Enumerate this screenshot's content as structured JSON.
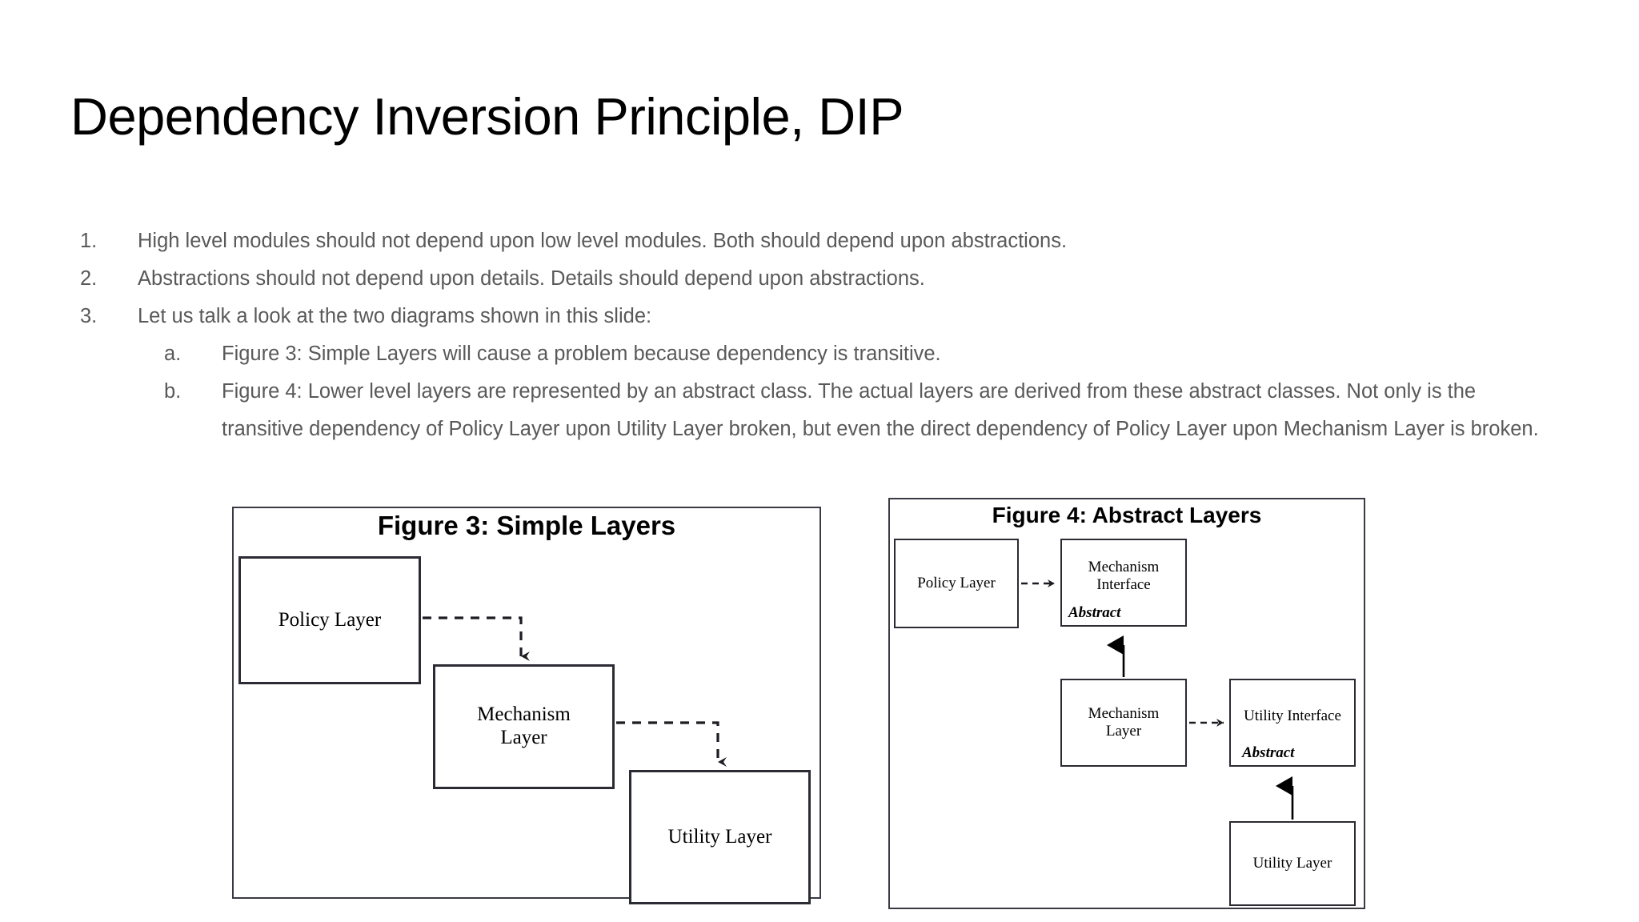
{
  "slide": {
    "title": "Dependency Inversion Principle, DIP",
    "title_color": "#000000",
    "body_color": "#595959",
    "background": "#ffffff"
  },
  "bullets": [
    {
      "marker": "1.",
      "level": 1,
      "text": "High level modules should not depend upon low level modules. Both should depend upon abstractions."
    },
    {
      "marker": "2.",
      "level": 1,
      "text": "Abstractions should not depend upon details. Details should depend upon abstractions."
    },
    {
      "marker": "3.",
      "level": 1,
      "text": "Let us talk a look at the two diagrams shown in this slide:"
    },
    {
      "marker": "a.",
      "level": 2,
      "text": "Figure 3: Simple Layers will cause a problem because dependency is transitive."
    },
    {
      "marker": "b.",
      "level": 2,
      "text": "Figure 4: Lower level layers are represented by an abstract class. The actual layers are derived from these abstract classes. Not only is the transitive dependency of Policy Layer upon Utility Layer broken, but even the direct dependency of Policy Layer upon Mechanism Layer is broken."
    }
  ],
  "figures": [
    {
      "id": "figure-3",
      "caption": "Figure 3: Simple Layers",
      "nodes": [
        {
          "id": "policy-layer",
          "label": "Policy Layer"
        },
        {
          "id": "mechanism-layer",
          "label_line1": "Mechanism",
          "label_line2": "Layer"
        },
        {
          "id": "utility-layer",
          "label": "Utility Layer"
        }
      ],
      "edges": [
        {
          "from": "policy-layer",
          "to": "mechanism-layer",
          "style": "dashed",
          "arrow": "open"
        },
        {
          "from": "mechanism-layer",
          "to": "utility-layer",
          "style": "dashed",
          "arrow": "open"
        }
      ]
    },
    {
      "id": "figure-4",
      "caption": "Figure 4: Abstract Layers",
      "abstract_tag": "Abstract",
      "nodes": [
        {
          "id": "policy-layer",
          "label": "Policy Layer"
        },
        {
          "id": "mechanism-interface",
          "label_line1": "Mechanism",
          "label_line2": "Interface",
          "stereotype": "Abstract"
        },
        {
          "id": "mechanism-layer",
          "label_line1": "Mechanism",
          "label_line2": "Layer"
        },
        {
          "id": "utility-interface",
          "label": "Utility Interface",
          "stereotype": "Abstract"
        },
        {
          "id": "utility-layer",
          "label": "Utility Layer"
        }
      ],
      "edges": [
        {
          "from": "policy-layer",
          "to": "mechanism-interface",
          "style": "dashed",
          "arrow": "open"
        },
        {
          "from": "mechanism-layer",
          "to": "mechanism-interface",
          "style": "solid",
          "arrow": "closed-triangle"
        },
        {
          "from": "mechanism-layer",
          "to": "utility-interface",
          "style": "dashed",
          "arrow": "open"
        },
        {
          "from": "utility-layer",
          "to": "utility-interface",
          "style": "solid",
          "arrow": "closed-triangle"
        }
      ]
    }
  ]
}
